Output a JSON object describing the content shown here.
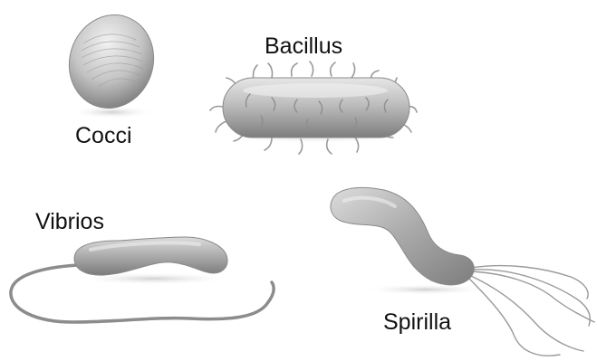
{
  "labels": {
    "bacillus": "Bacillus",
    "cocci": "Cocci",
    "vibrios": "Vibrios",
    "spirilla": "Spirilla"
  },
  "colors": {
    "body_light": "#d9d9d9",
    "body_mid": "#a8a8a8",
    "body_dark": "#6e6e6e",
    "flagellum": "#8c8c8c",
    "pili": "#9a9a9a",
    "text": "#111111"
  }
}
